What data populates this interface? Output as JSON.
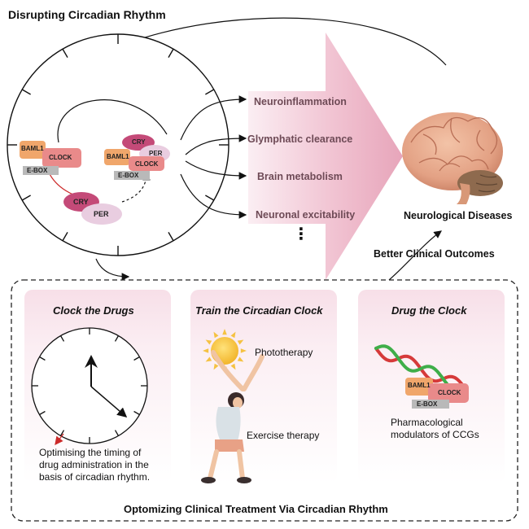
{
  "header": {
    "title": "Disrupting Circadian Rhythm"
  },
  "mechanisms": [
    "Neuroinflammation",
    "Glymphatic clearance",
    "Brain metabolism",
    "Neuronal excitability"
  ],
  "more_symbol": "⋮",
  "molecules": {
    "baml1": "BAML1",
    "clock": "CLOCK",
    "ebox": "E-BOX",
    "cry": "CRY",
    "per": "PER"
  },
  "outcome": {
    "disease": "Neurological Diseases",
    "better": "Better Clinical Outcomes"
  },
  "panels": [
    {
      "title": "Clock the Drugs",
      "desc": [
        "Optimising the timing of",
        "drug administration in the",
        "basis of circadian rhythm."
      ]
    },
    {
      "title": "Train the Circadian Clock",
      "items": [
        "Phototherapy",
        "Exercise therapy"
      ]
    },
    {
      "title": "Drug the Clock",
      "desc": [
        "Pharmacological",
        "modulators of CCGs"
      ]
    }
  ],
  "footer": {
    "title": "Optomizing Clinical Treatment Via Circadian Rhythm"
  },
  "colors": {
    "arrow_pink": "#e8a6bb",
    "cry_magenta": "#c44a78",
    "clock_salmon": "#e98a8a",
    "baml1_orange": "#f0a66b",
    "ebox_gray": "#b9b9b9",
    "sun_yellow": "#f5c242",
    "red_arrow": "#cc2a2a"
  }
}
